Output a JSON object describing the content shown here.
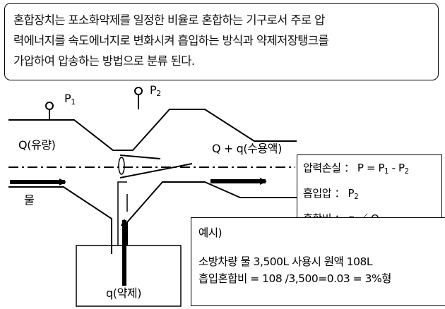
{
  "intro": {
    "line1": "혼합장치는 포소화약제를 일정한 비율로 혼합하는 기구로서 주로 압",
    "line2": "력에너지를 속도에너지로 변화시켜 흡입하는 방식과 약제저장탱크를",
    "line3": "가압하여 압송하는 방법으로 분류 된다."
  },
  "diagram": {
    "p1_label": "P",
    "p1_sub": "1",
    "p2_label": "P",
    "p2_sub": "2",
    "flow_label": "Q(유량)",
    "mixed_label": "Q + q(수용액)",
    "water_label": "물",
    "agent_label": "q(약제)"
  },
  "info": {
    "loss_prefix": "압력손실 ： P = P",
    "loss_sub1": "1",
    "loss_mid": " - P",
    "loss_sub2": "2",
    "suction_prefix": "흡입압 ： P",
    "suction_sub": "2",
    "mix_ratio": "혼합비 ： q ／ Q"
  },
  "example": {
    "title": "예시)",
    "line1": "소방차량 물 3,500L 사용시 원액 108L",
    "line2": "흡입혼합비 = 108 /3,500=0.03 = 3%형"
  }
}
